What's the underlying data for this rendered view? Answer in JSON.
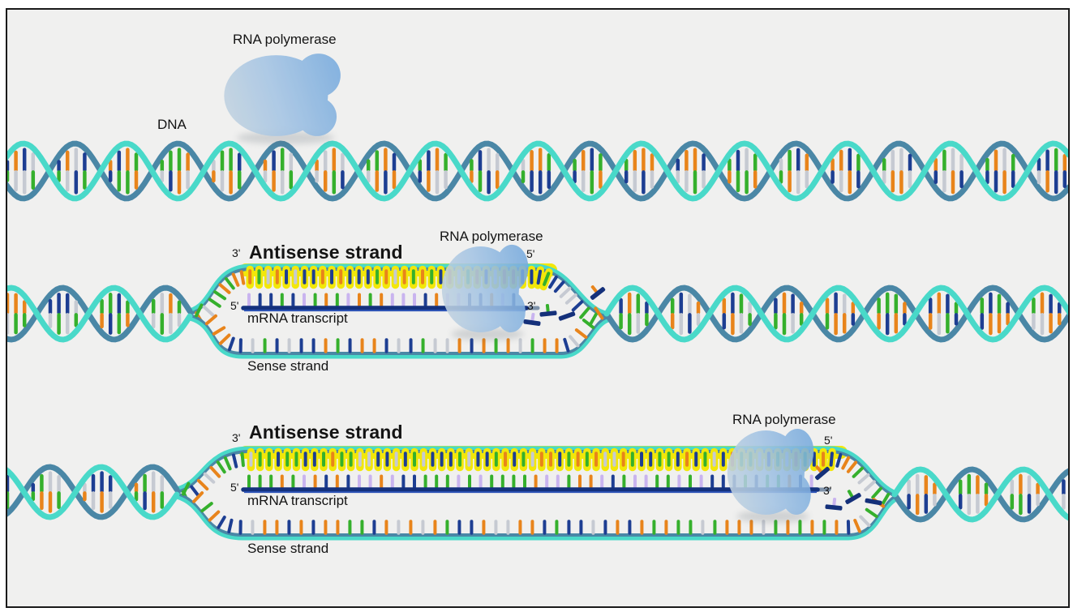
{
  "figure": {
    "description": "Three-stage diagram of DNA transcription by RNA polymerase"
  },
  "stage1": {
    "polymerase_label": "RNA polymerase",
    "dna_label": "DNA"
  },
  "stage2": {
    "antisense_three_prime": "3'",
    "antisense_label": "Antisense strand",
    "polymerase_label": "RNA polymerase",
    "antisense_five_prime": "5'",
    "mrna_five_prime": "5'",
    "mrna_label": "mRNA transcript",
    "mrna_three_prime": "3'",
    "sense_label": "Sense strand"
  },
  "stage3": {
    "antisense_three_prime": "3'",
    "antisense_label": "Antisense strand",
    "polymerase_label": "RNA polymerase",
    "antisense_five_prime": "5'",
    "mrna_five_prime": "5'",
    "mrna_label": "mRNA transcript",
    "mrna_three_prime": "3'",
    "sense_label": "Sense strand"
  },
  "colors": {
    "background": "#f0f0ef",
    "frame_border": "#1a1a1a",
    "label_color": "#141414",
    "strand_turquoise": "#49d9c9",
    "strand_steel": "#4a87a6",
    "base_orange": "#e8841b",
    "base_green": "#35b02c",
    "base_navy": "#1d3e92",
    "base_gray": "#c6cad2",
    "base_lavender": "#c9b4ef",
    "mrna_navy": "#14317d",
    "mrna_blue": "#2e55b8",
    "mrna_tail_gray": "#7e92aa",
    "highlight_yellow": "#f2e70a",
    "polymerase_light": "#c2d3e0",
    "polymerase_mid": "#a4c4e4",
    "polymerase_blue": "#78abde",
    "nucleotide_navy": "#14307a"
  }
}
